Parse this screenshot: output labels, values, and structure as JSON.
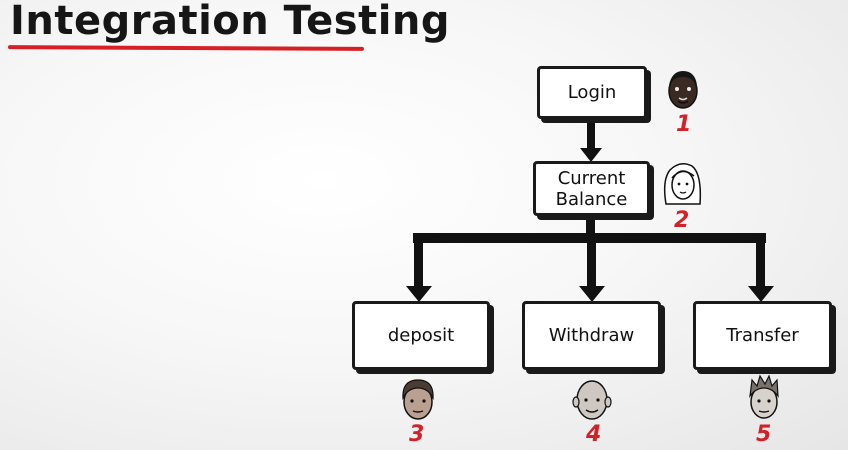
{
  "title": "Integration Testing",
  "nodes": {
    "login": "Login",
    "current_balance_line1": "Current",
    "current_balance_line2": "Balance",
    "deposit": "deposit",
    "withdraw": "Withdraw",
    "transfer": "Transfer"
  },
  "testers": [
    "1",
    "2",
    "3",
    "4",
    "5"
  ],
  "colors": {
    "accent": "#d71f26",
    "ink": "#1a1a1a"
  }
}
